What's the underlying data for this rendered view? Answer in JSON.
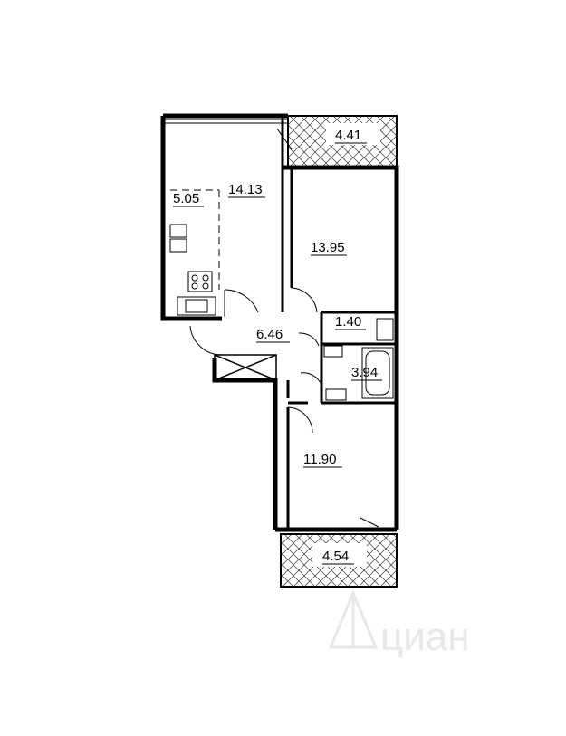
{
  "plan": {
    "rooms": [
      {
        "id": "balcony-top",
        "area": "4.41"
      },
      {
        "id": "kitchen-living",
        "area": "14.13"
      },
      {
        "id": "kitchen-zone",
        "area": "5.05"
      },
      {
        "id": "bedroom-1",
        "area": "13.95"
      },
      {
        "id": "hall",
        "area": "6.46"
      },
      {
        "id": "toilet",
        "area": "1.40"
      },
      {
        "id": "bathroom",
        "area": "3.94"
      },
      {
        "id": "bedroom-2",
        "area": "11.90"
      },
      {
        "id": "balcony-bottom",
        "area": "4.54"
      }
    ],
    "colors": {
      "wall": "#000000",
      "line": "#333333",
      "watermark": "#e6e6e6"
    }
  },
  "watermark": {
    "text": "циан",
    "icon": "cian-house-logo-icon"
  }
}
